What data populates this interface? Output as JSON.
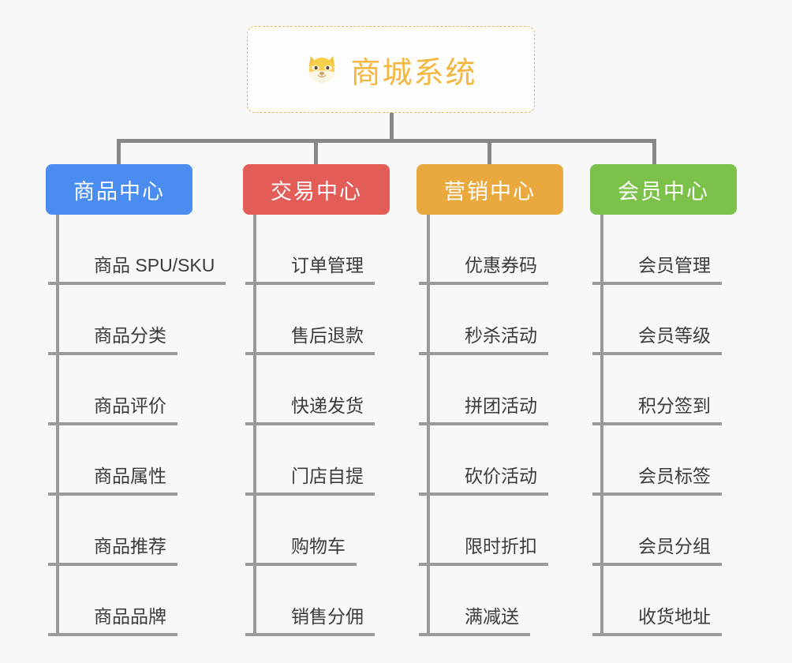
{
  "background_color": "#f8f8f8",
  "root": {
    "icon": "shiba-inu-dog-emoji",
    "title": "商城系统",
    "border_color": "#e6b45c",
    "text_color": "#f3b63f"
  },
  "connector_color": "#888888",
  "columns": [
    {
      "id": "product-center",
      "title": "商品中心",
      "color": "#4a8cf0",
      "items": [
        "商品 SPU/SKU",
        "商品分类",
        "商品评价",
        "商品属性",
        "商品推荐",
        "商品品牌"
      ]
    },
    {
      "id": "trade-center",
      "title": "交易中心",
      "color": "#e25c58",
      "items": [
        "订单管理",
        "售后退款",
        "快递发货",
        "门店自提",
        "购物车",
        "销售分佣"
      ]
    },
    {
      "id": "marketing-center",
      "title": "营销中心",
      "color": "#eaa93f",
      "items": [
        "优惠券码",
        "秒杀活动",
        "拼团活动",
        "砍价活动",
        "限时折扣",
        "满减送"
      ]
    },
    {
      "id": "member-center",
      "title": "会员中心",
      "color": "#7cc149",
      "items": [
        "会员管理",
        "会员等级",
        "积分签到",
        "会员标签",
        "会员分组",
        "收货地址"
      ]
    }
  ]
}
